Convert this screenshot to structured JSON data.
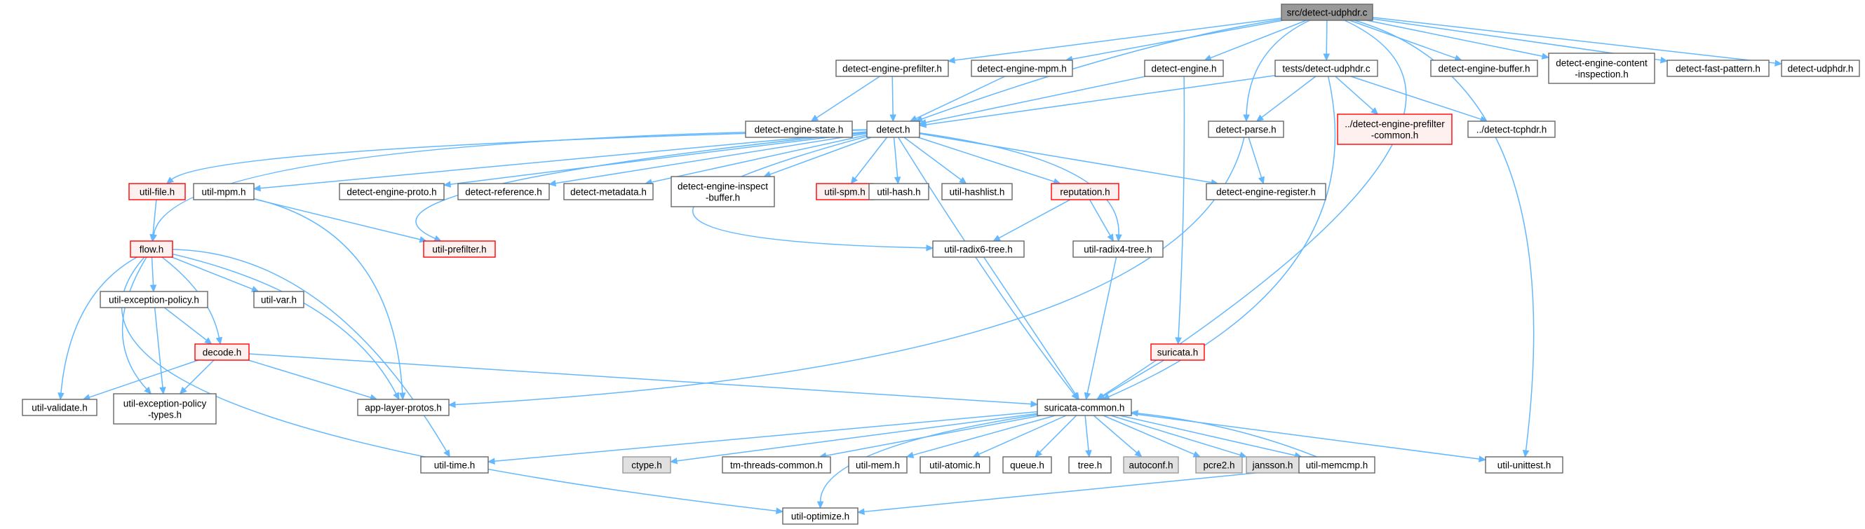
{
  "diagram": {
    "nodes": {
      "detect_udphdr_c": {
        "lines": [
          "src/detect-udphdr.c"
        ],
        "style": "root"
      },
      "detect_engine_prefilter_h": {
        "lines": [
          "detect-engine-prefilter.h"
        ],
        "style": "normal"
      },
      "detect_engine_mpm_h": {
        "lines": [
          "detect-engine-mpm.h"
        ],
        "style": "normal"
      },
      "detect_engine_h": {
        "lines": [
          "detect-engine.h"
        ],
        "style": "normal"
      },
      "tests_detect_udphdr_c": {
        "lines": [
          "tests/detect-udphdr.c"
        ],
        "style": "normal"
      },
      "detect_engine_buffer_h": {
        "lines": [
          "detect-engine-buffer.h"
        ],
        "style": "normal"
      },
      "detect_engine_content_inspection_h": {
        "lines": [
          "detect-engine-content",
          "-inspection.h"
        ],
        "style": "normal"
      },
      "detect_fast_pattern_h": {
        "lines": [
          "detect-fast-pattern.h"
        ],
        "style": "normal"
      },
      "detect_udphdr_h": {
        "lines": [
          "detect-udphdr.h"
        ],
        "style": "normal"
      },
      "detect_engine_state_h": {
        "lines": [
          "detect-engine-state.h"
        ],
        "style": "normal"
      },
      "detect_h": {
        "lines": [
          "detect.h"
        ],
        "style": "normal"
      },
      "detect_parse_h": {
        "lines": [
          "detect-parse.h"
        ],
        "style": "normal"
      },
      "detect_engine_prefilter_common_h": {
        "lines": [
          "../detect-engine-prefilter",
          "-common.h"
        ],
        "style": "incomplete"
      },
      "detect_tcphdr_h": {
        "lines": [
          "../detect-tcphdr.h"
        ],
        "style": "normal"
      },
      "util_file_h": {
        "lines": [
          "util-file.h"
        ],
        "style": "incomplete"
      },
      "util_mpm_h": {
        "lines": [
          "util-mpm.h"
        ],
        "style": "normal"
      },
      "detect_engine_proto_h": {
        "lines": [
          "detect-engine-proto.h"
        ],
        "style": "normal"
      },
      "detect_reference_h": {
        "lines": [
          "detect-reference.h"
        ],
        "style": "normal"
      },
      "detect_metadata_h": {
        "lines": [
          "detect-metadata.h"
        ],
        "style": "normal"
      },
      "detect_engine_inspect_buffer_h": {
        "lines": [
          "detect-engine-inspect",
          "-buffer.h"
        ],
        "style": "normal"
      },
      "util_spm_h": {
        "lines": [
          "util-spm.h"
        ],
        "style": "incomplete"
      },
      "util_hash_h": {
        "lines": [
          "util-hash.h"
        ],
        "style": "normal"
      },
      "util_hashlist_h": {
        "lines": [
          "util-hashlist.h"
        ],
        "style": "normal"
      },
      "reputation_h": {
        "lines": [
          "reputation.h"
        ],
        "style": "incomplete"
      },
      "detect_engine_register_h": {
        "lines": [
          "detect-engine-register.h"
        ],
        "style": "normal"
      },
      "flow_h": {
        "lines": [
          "flow.h"
        ],
        "style": "incomplete"
      },
      "util_prefilter_h": {
        "lines": [
          "util-prefilter.h"
        ],
        "style": "incomplete"
      },
      "util_radix6_tree_h": {
        "lines": [
          "util-radix6-tree.h"
        ],
        "style": "normal"
      },
      "util_radix4_tree_h": {
        "lines": [
          "util-radix4-tree.h"
        ],
        "style": "normal"
      },
      "util_exception_policy_h": {
        "lines": [
          "util-exception-policy.h"
        ],
        "style": "normal"
      },
      "util_var_h": {
        "lines": [
          "util-var.h"
        ],
        "style": "normal"
      },
      "decode_h": {
        "lines": [
          "decode.h"
        ],
        "style": "incomplete"
      },
      "suricata_h": {
        "lines": [
          "suricata.h"
        ],
        "style": "incomplete"
      },
      "util_validate_h": {
        "lines": [
          "util-validate.h"
        ],
        "style": "normal"
      },
      "util_exception_policy_types_h": {
        "lines": [
          "util-exception-policy",
          "-types.h"
        ],
        "style": "normal"
      },
      "app_layer_protos_h": {
        "lines": [
          "app-layer-protos.h"
        ],
        "style": "normal"
      },
      "suricata_common_h": {
        "lines": [
          "suricata-common.h"
        ],
        "style": "normal"
      },
      "util_time_h": {
        "lines": [
          "util-time.h"
        ],
        "style": "normal"
      },
      "ctype_h": {
        "lines": [
          "ctype.h"
        ],
        "style": "external"
      },
      "tm_threads_common_h": {
        "lines": [
          "tm-threads-common.h"
        ],
        "style": "normal"
      },
      "util_mem_h": {
        "lines": [
          "util-mem.h"
        ],
        "style": "normal"
      },
      "util_atomic_h": {
        "lines": [
          "util-atomic.h"
        ],
        "style": "normal"
      },
      "queue_h": {
        "lines": [
          "queue.h"
        ],
        "style": "normal"
      },
      "tree_h": {
        "lines": [
          "tree.h"
        ],
        "style": "normal"
      },
      "autoconf_h": {
        "lines": [
          "autoconf.h"
        ],
        "style": "external"
      },
      "pcre2_h": {
        "lines": [
          "pcre2.h"
        ],
        "style": "external"
      },
      "jansson_h": {
        "lines": [
          "jansson.h"
        ],
        "style": "external"
      },
      "util_memcmp_h": {
        "lines": [
          "util-memcmp.h"
        ],
        "style": "normal"
      },
      "util_unittest_h": {
        "lines": [
          "util-unittest.h"
        ],
        "style": "normal"
      },
      "util_optimize_h": {
        "lines": [
          "util-optimize.h"
        ],
        "style": "normal"
      }
    },
    "colors": {
      "edge": "#63b8ff",
      "root_fill": "#999999",
      "root_stroke": "#666666",
      "normal_fill": "#ffffff",
      "normal_stroke": "#666666",
      "incomplete_fill": "#fff0f0",
      "incomplete_stroke": "#ff0000",
      "external_fill": "#e0e0e0",
      "external_stroke": "#999999"
    }
  }
}
